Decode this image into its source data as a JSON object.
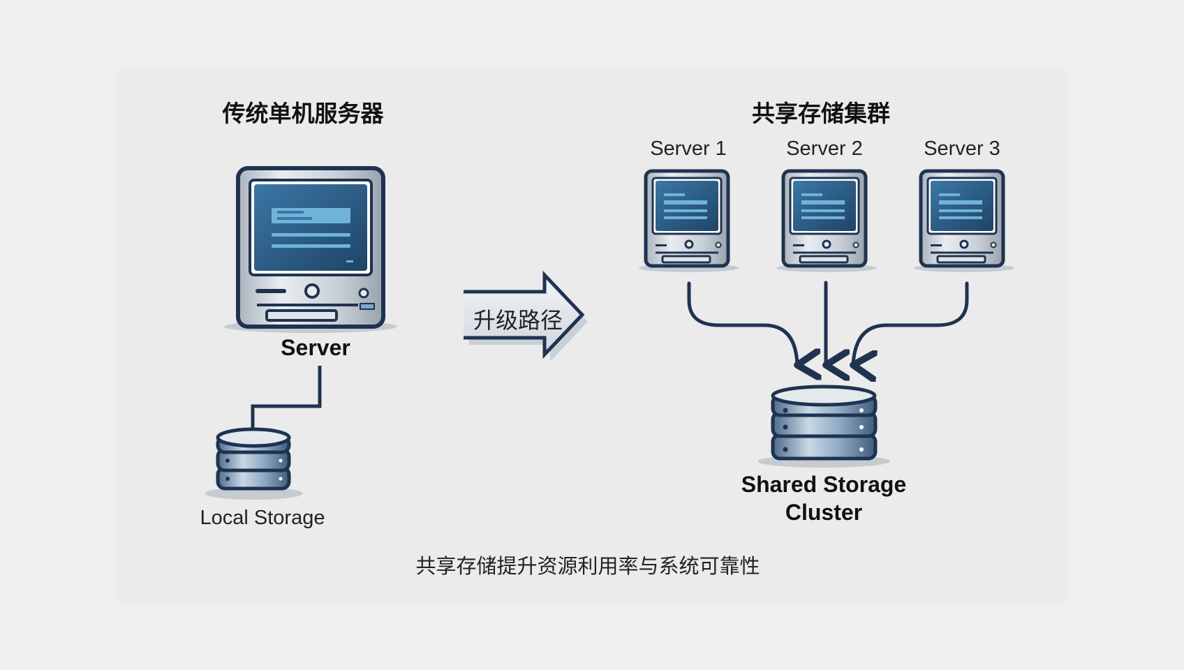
{
  "left_panel": {
    "title": "传统单机服务器",
    "server_label": "Server",
    "storage_label": "Local Storage"
  },
  "upgrade_arrow": {
    "label": "升级路径"
  },
  "right_panel": {
    "title": "共享存储集群",
    "servers": [
      {
        "label": "Server 1"
      },
      {
        "label": "Server 2"
      },
      {
        "label": "Server 3"
      }
    ],
    "storage_label_line1": "Shared Storage",
    "storage_label_line2": "Cluster"
  },
  "caption": "共享存储提升资源利用率与系统可靠性",
  "colors": {
    "outline": "#1f3350",
    "screen": "#2d5f8a",
    "screen_bar": "#6fb3d9",
    "metal": "#cfd5dc",
    "disk": "#7f9ab5"
  }
}
